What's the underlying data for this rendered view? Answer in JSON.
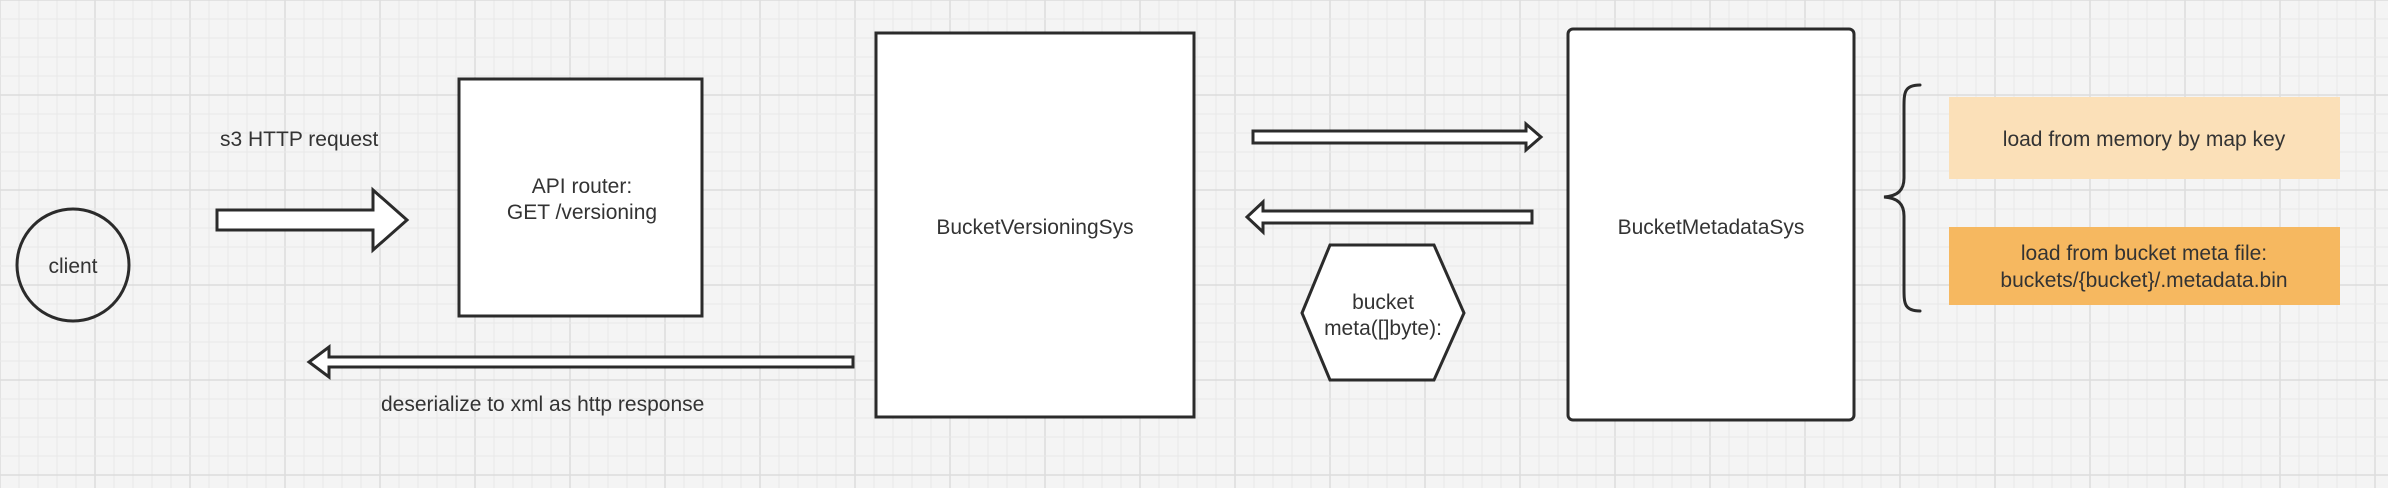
{
  "diagram": {
    "colors": {
      "background": "#f4f4f4",
      "grid_minor": "#e8e8e8",
      "grid_major": "#dcdcdc",
      "stroke": "#2b2b2b",
      "text": "#333333",
      "box_light": "#fbe0b8",
      "box_strong": "#f6b860"
    },
    "nodes": {
      "client": "client",
      "api_router": [
        "API router:",
        "GET /versioning"
      ],
      "bucket_versioning_sys": "BucketVersioningSys",
      "bucket_meta_hex": [
        "bucket",
        "meta([]byte):"
      ],
      "bucket_metadata_sys": "BucketMetadataSys",
      "memory_box": "load from memory by map key",
      "file_box": [
        "load from bucket meta file:",
        "buckets/{bucket}/.metadata.bin"
      ]
    },
    "edges": {
      "request_label": "s3 HTTP request",
      "response_label": "deserialize to xml as http response"
    }
  }
}
